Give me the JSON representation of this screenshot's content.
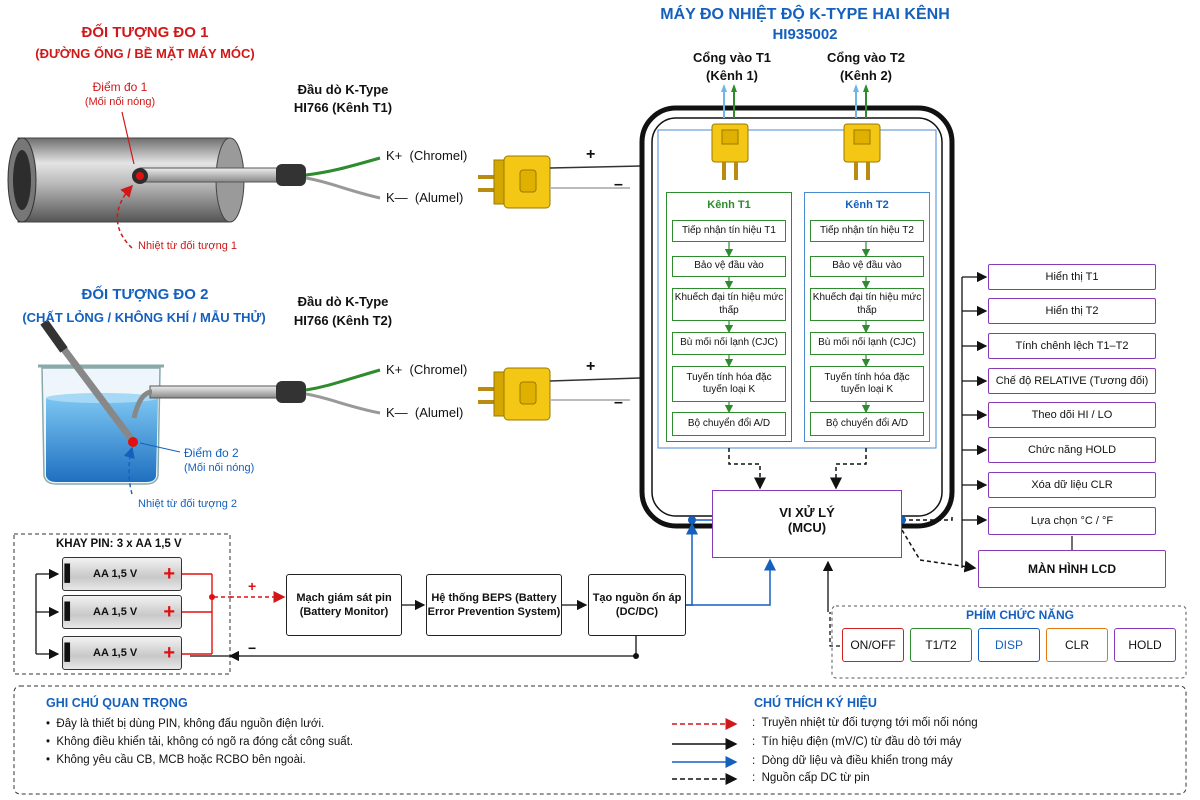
{
  "title": {
    "line1": "MÁY ĐO NHIỆT ĐỘ K-TYPE HAI KÊNH",
    "line2": "HI935002"
  },
  "object1": {
    "title": "ĐỐI TƯỢNG ĐO 1",
    "subtitle": "(ĐƯỜNG ỐNG / BỀ MẶT MÁY MÓC)",
    "point_label": "Điểm đo 1",
    "point_sub": "(Mối nối nóng)",
    "heat_label": "Nhiệt từ đối tượng 1"
  },
  "object2": {
    "title": "ĐỐI TƯỢNG ĐO 2",
    "subtitle": "(CHẤT LỎNG / KHÔNG KHÍ / MẪU THỬ)",
    "point_label": "Điểm đo 2",
    "point_sub": "(Mối nối nóng)",
    "heat_label": "Nhiệt từ đối tượng 2"
  },
  "probe1": {
    "line1": "Đầu dò K-Type",
    "line2": "HI766 (Kênh T1)",
    "kplus": "K+",
    "kplus_name": "(Chromel)",
    "kminus": "K—",
    "kminus_name": "(Alumel)"
  },
  "probe2": {
    "line1": "Đầu dò K-Type",
    "line2": "HI766 (Kênh T2)",
    "kplus": "K+",
    "kplus_name": "(Chromel)",
    "kminus": "K—",
    "kminus_name": "(Alumel)"
  },
  "signs": {
    "plus": "+",
    "minus": "–"
  },
  "port1": {
    "line1": "Cổng vào T1",
    "line2": "(Kênh 1)"
  },
  "port2": {
    "line1": "Cổng vào T2",
    "line2": "(Kênh 2)"
  },
  "channel1": {
    "title": "Kênh T1",
    "steps": [
      "Tiếp nhận tín hiệu T1",
      "Bảo vệ đầu vào",
      "Khuếch đại tín hiệu mức thấp",
      "Bù mối nối lạnh (CJC)",
      "Tuyến tính hóa đặc tuyến loại K",
      "Bộ chuyển đổi A/D"
    ]
  },
  "channel2": {
    "title": "Kênh T2",
    "steps": [
      "Tiếp nhận tín hiệu T2",
      "Bảo vệ đầu vào",
      "Khuếch đại tín hiệu mức thấp",
      "Bù mối nối lạnh (CJC)",
      "Tuyến tính hóa đặc tuyến loại K",
      "Bộ chuyển đổi A/D"
    ]
  },
  "mcu": {
    "line1": "VI XỬ LÝ",
    "line2": "(MCU)"
  },
  "functions": [
    "Hiển thị T1",
    "Hiển thị T2",
    "Tính chênh lệch T1–T2",
    "Chế độ RELATIVE (Tương đối)",
    "Theo dõi HI / LO",
    "Chức năng HOLD",
    "Xóa dữ liệu CLR",
    "Lựa chọn °C / °F"
  ],
  "lcd": "MÀN HÌNH LCD",
  "keys": {
    "title": "PHÍM CHỨC NĂNG",
    "items": [
      {
        "label": "ON/OFF",
        "color": "#d02020"
      },
      {
        "label": "T1/T2",
        "color": "#2e8b2e"
      },
      {
        "label": "DISP",
        "color": "#1560bd"
      },
      {
        "label": "CLR",
        "color": "#e07a10"
      },
      {
        "label": "HOLD",
        "color": "#8a3ab9"
      }
    ]
  },
  "battery": {
    "title": "KHAY PIN: 3 x AA 1,5 V",
    "cell_label": "AA 1,5 V",
    "plus": "+",
    "minus": "−"
  },
  "power": {
    "monitor": "Mạch giám sát pin (Battery Monitor)",
    "beps": "Hệ thống BEPS (Battery Error Prevention System)",
    "regulator": "Tạo nguồn ổn áp (DC/DC)"
  },
  "notes": {
    "title": "GHI CHÚ QUAN TRỌNG",
    "items": [
      "Đây là thiết bị dùng PIN, không đấu nguồn điện lưới.",
      "Không điều khiển tải, không có ngõ ra đóng cắt công suất.",
      "Không yêu cầu CB, MCB hoặc RCBO bên ngoài."
    ]
  },
  "legend": {
    "title": "CHÚ THÍCH KÝ HIỆU",
    "items": [
      {
        "text": "Truyền nhiệt từ đối tượng tới mối nối nóng",
        "color": "#d01818",
        "style": "dashed"
      },
      {
        "text": "Tín hiệu điện (mV/C) từ đầu dò tới máy",
        "color": "#111111",
        "style": "solid"
      },
      {
        "text": "Dòng dữ liệu và điều khiển trong máy",
        "color": "#1560bd",
        "style": "solid"
      },
      {
        "text": "Nguồn cấp DC từ pin",
        "color": "#111111",
        "style": "dashed"
      }
    ]
  }
}
